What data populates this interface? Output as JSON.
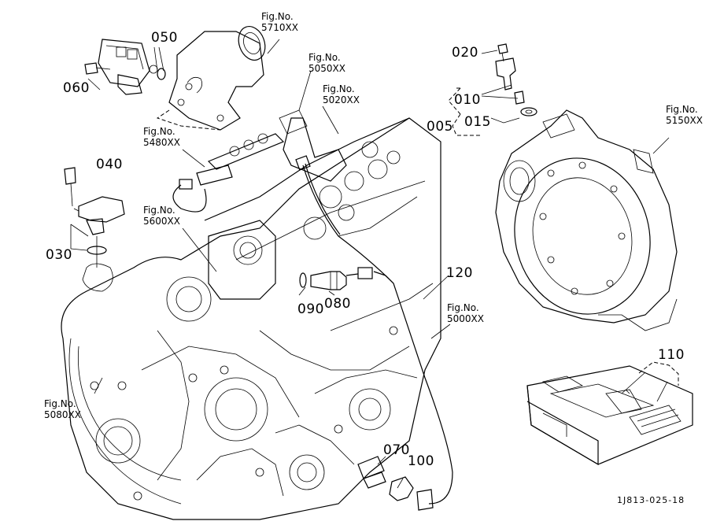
{
  "diagram": {
    "part_numbers": {
      "p005": "005",
      "p010": "010",
      "p015": "015",
      "p020": "020",
      "p030": "030",
      "p040": "040",
      "p050": "050",
      "p060": "060",
      "p070": "070",
      "p080": "080",
      "p090": "090",
      "p100": "100",
      "p110": "110",
      "p120": "120"
    },
    "figure_refs": [
      {
        "line1": "Fig.No.",
        "line2": "5710XX"
      },
      {
        "line1": "Fig.No.",
        "line2": "5050XX"
      },
      {
        "line1": "Fig.No.",
        "line2": "5020XX"
      },
      {
        "line1": "Fig.No.",
        "line2": "5480XX"
      },
      {
        "line1": "Fig.No.",
        "line2": "5600XX"
      },
      {
        "line1": "Fig.No.",
        "line2": "5150XX"
      },
      {
        "line1": "Fig.No.",
        "line2": "5000XX"
      },
      {
        "line1": "Fig.No.",
        "line2": "5080XX"
      }
    ],
    "drawing_code": "1J813-025-18"
  }
}
